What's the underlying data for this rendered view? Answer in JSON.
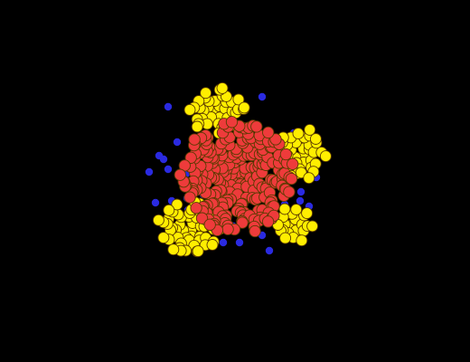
{
  "scene": {
    "background_color": "#000000",
    "outline_color": "#5a3a00",
    "clusters": [
      {
        "name": "red-core-cluster",
        "kind": "core",
        "fill": "#ee3b3b",
        "count": 230
      },
      {
        "name": "yellow-cluster-top-left",
        "kind": "satellite",
        "fill": "#ffee00",
        "count": 40
      },
      {
        "name": "yellow-cluster-right",
        "kind": "satellite",
        "fill": "#ffee00",
        "count": 38
      },
      {
        "name": "yellow-cluster-bottom-left",
        "kind": "satellite",
        "fill": "#ffee00",
        "count": 52
      },
      {
        "name": "yellow-cluster-bottom-right",
        "kind": "satellite",
        "fill": "#ffee00",
        "count": 22
      }
    ],
    "free_particles": {
      "name": "blue-particles",
      "fill": "#2a2ae0",
      "count": 26
    }
  }
}
